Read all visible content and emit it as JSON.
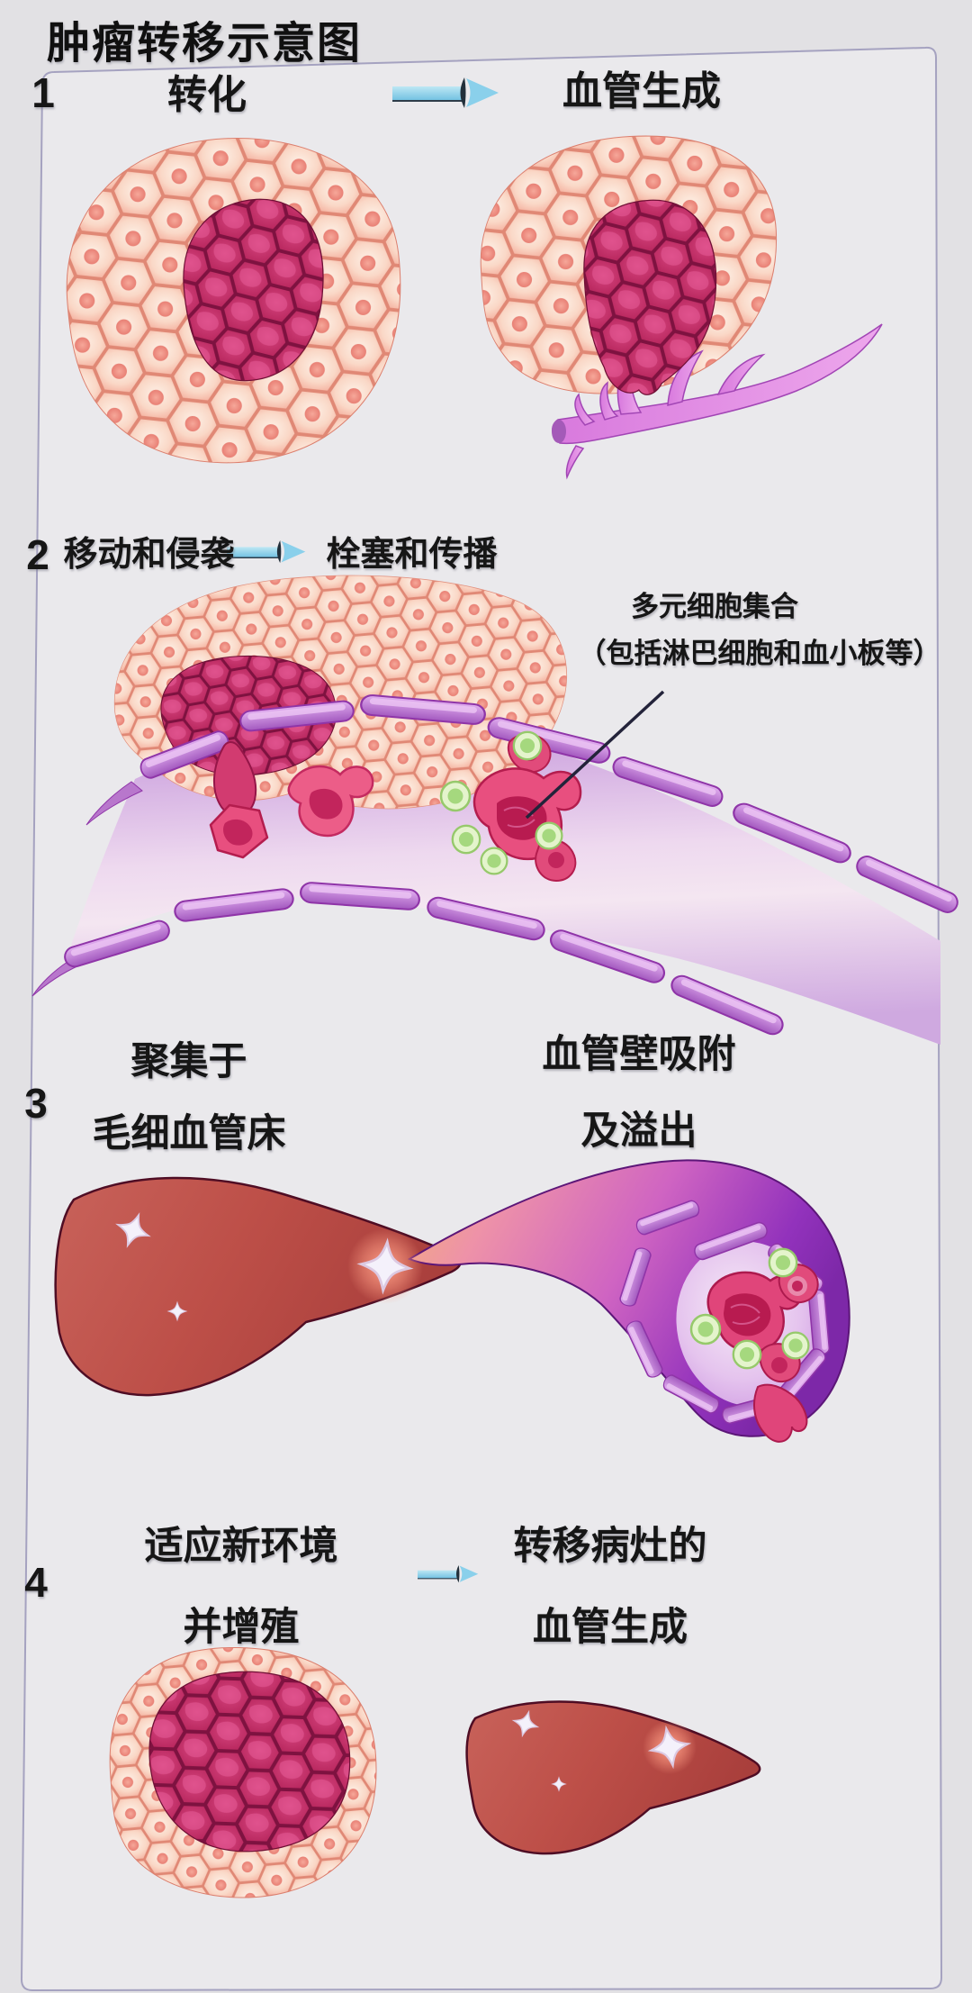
{
  "title": "肿瘤转移示意图",
  "colors": {
    "background": "#e2e1e4",
    "panel_fill": "#eae9ec",
    "panel_border": "#a5a2c0",
    "text": "#161616",
    "arrow_blue": "#8ad0eb",
    "healthy_cell_pink": "#f6b7a5",
    "tumor_magenta": "#c22a62",
    "vessel_purple": "#b56fc9",
    "immune_green": "#a5d87e",
    "organ_red": "#c15249"
  },
  "steps": [
    {
      "num": "1",
      "label_left": "转化",
      "label_right": "血管生成"
    },
    {
      "num": "2",
      "label_left": "移动和侵袭",
      "label_right": "栓塞和传播",
      "annotation_line1": "多元细胞集合",
      "annotation_line2": "（包括淋巴细胞和血小板等）"
    },
    {
      "num": "3",
      "label_left1": "聚集于",
      "label_left2": "毛细血管床",
      "label_right1": "血管壁吸附",
      "label_right2": "及溢出"
    },
    {
      "num": "4",
      "label_left1": "适应新环境",
      "label_left2": "并增殖",
      "label_right1": "转移病灶的",
      "label_right2": "血管生成"
    }
  ]
}
